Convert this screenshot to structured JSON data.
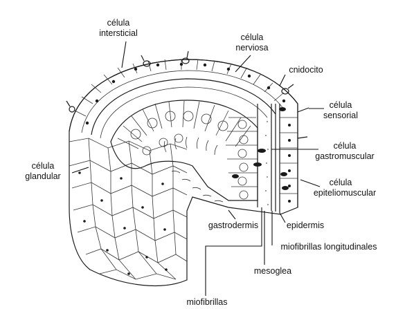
{
  "labels": {
    "interstitial_1": "célula",
    "interstitial_2": "intersticial",
    "nerve_1": "célula",
    "nerve_2": "nerviosa",
    "cnidocyte": "cnidocito",
    "sensory_1": "célula",
    "sensory_2": "sensorial",
    "gastro_1": "célula",
    "gastro_2": "gastromuscular",
    "glandular_1": "célula",
    "glandular_2": "glandular",
    "epitelio_1": "célula",
    "epitelio_2": "epiteliomuscular",
    "gastrodermis": "gastrodermis",
    "epidermis": "epidermis",
    "miofib_long": "miofibrillas longitudinales",
    "mesoglea": "mesoglea",
    "miofibrillas": "miofibrillas"
  },
  "colors": {
    "ink": "#1a1a1a",
    "background": "#ffffff"
  }
}
